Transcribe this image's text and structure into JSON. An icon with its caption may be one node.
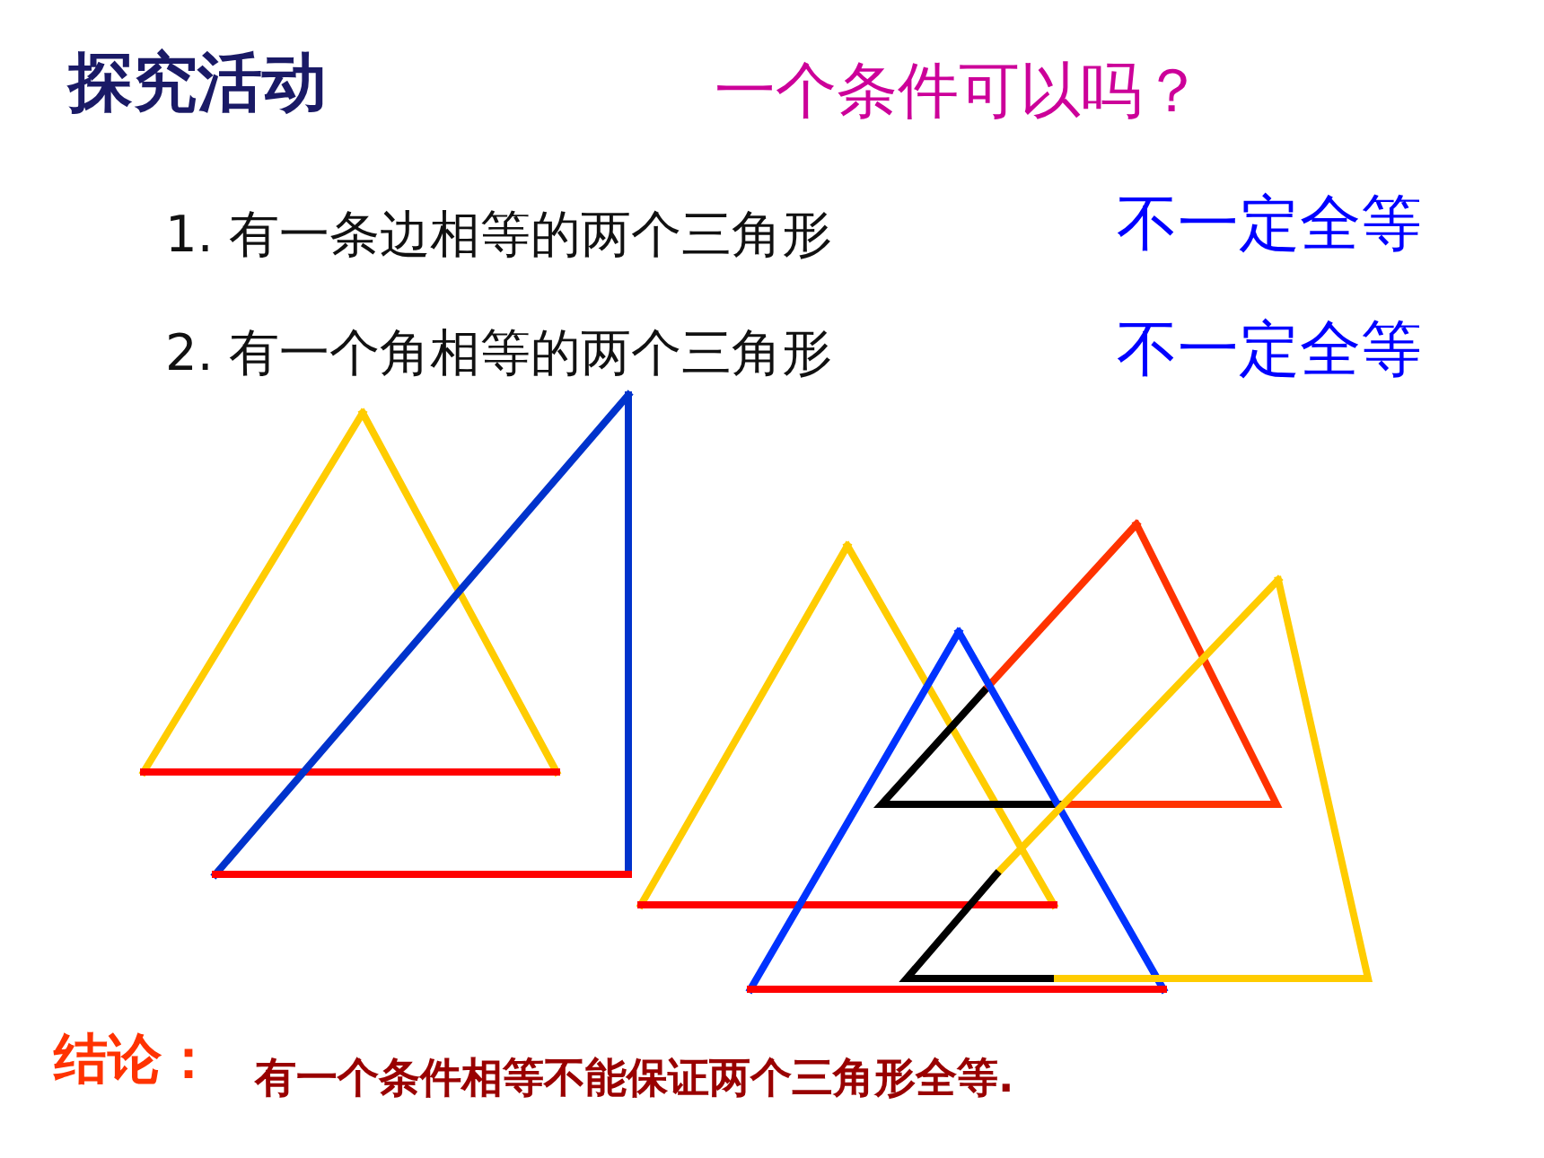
{
  "diagram": {
    "title": "探究活动",
    "labels": [
      "一个条件可以吗？",
      "1. 有一条边相等的两个三角形",
      "不一定全等",
      "2. 有一个角相等的两个三角形",
      "不一定全等",
      "结论：",
      "有一个条件相等不能保证两个三角形全等."
    ]
  }
}
